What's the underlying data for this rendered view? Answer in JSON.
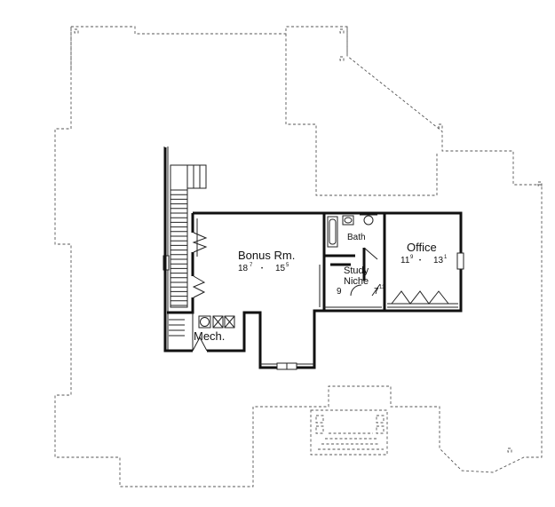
{
  "rooms": {
    "bonus": {
      "name": "Bonus Rm.",
      "w": "18",
      "w_in": "7",
      "sep": "•",
      "d": "15",
      "d_in": "5"
    },
    "bath": {
      "name": "Bath"
    },
    "study": {
      "line1": "Study",
      "line2": "Niche",
      "w": "9",
      "d": "7",
      "d_in": "11"
    },
    "office": {
      "name": "Office",
      "w": "11",
      "w_in": "9",
      "sep": "•",
      "d": "13",
      "d_in": "1"
    },
    "mech": {
      "name": "Mech."
    }
  },
  "colors": {
    "wall": "#111111",
    "outline": "#555555",
    "background": "#ffffff"
  }
}
